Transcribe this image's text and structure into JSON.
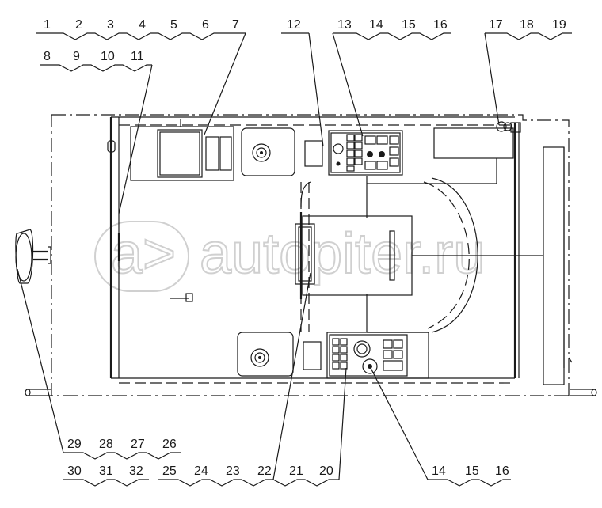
{
  "labels_top_left_row1": [
    "1",
    "2",
    "3",
    "4",
    "5",
    "6",
    "7"
  ],
  "labels_top_left_row2": [
    "8",
    "9",
    "10",
    "11"
  ],
  "labels_top_mid_single": "12",
  "labels_top_mid": [
    "13",
    "14",
    "15",
    "16"
  ],
  "labels_top_right": [
    "17",
    "18",
    "19"
  ],
  "labels_bottom_left_row1": [
    "29",
    "28",
    "27",
    "26"
  ],
  "labels_bottom_left_row2": [
    "30",
    "31",
    "32"
  ],
  "labels_bottom_mid": [
    "25",
    "24",
    "23",
    "22",
    "21",
    "20"
  ],
  "labels_bottom_right": [
    "14",
    "15",
    "16"
  ],
  "watermark": "autopiter.ru"
}
